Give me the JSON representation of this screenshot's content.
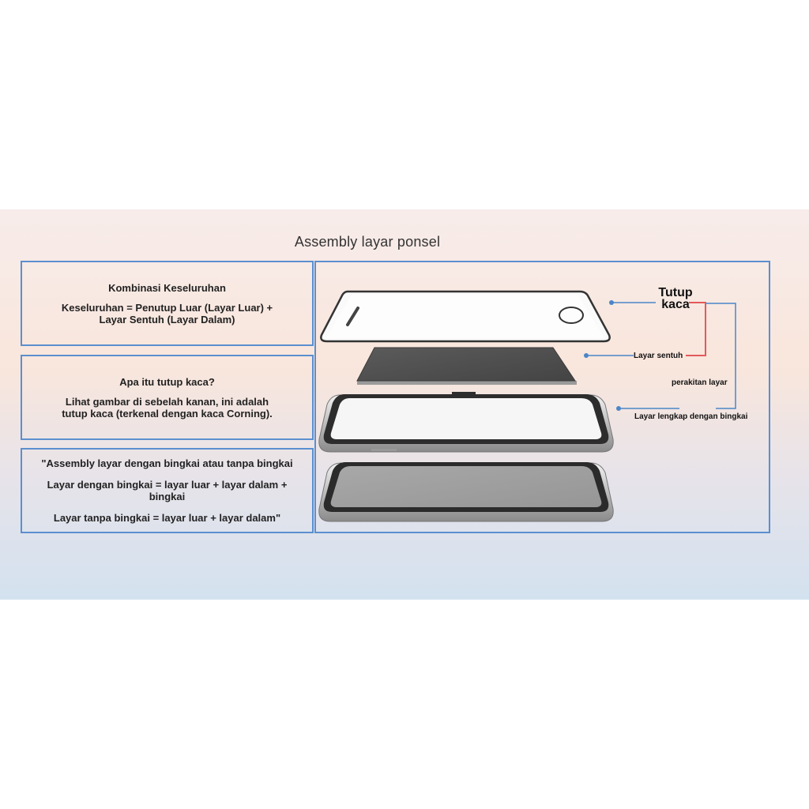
{
  "title": "Assembly layar ponsel",
  "box_overall": {
    "heading": "Kombinasi Keseluruhan",
    "line1": "Keseluruhan = Penutup Luar (Layar Luar) +",
    "line2": "Layar Sentuh (Layar Dalam)"
  },
  "box_glass": {
    "heading": "Apa itu tutup kaca?",
    "line1": "Lihat gambar di sebelah kanan, ini adalah",
    "line2": "tutup kaca (terkenal dengan kaca Corning)."
  },
  "box_assembly": {
    "line1": "\"Assembly layar dengan bingkai atau tanpa bingkai",
    "line2a": "Layar dengan bingkai = layar luar + layar dalam +",
    "line2b": "bingkai",
    "line3": "Layar tanpa bingkai = layar luar + layar dalam\""
  },
  "labels": {
    "tutup": "Tutup",
    "kaca": "kaca",
    "layar_sentuh": "Layar sentuh",
    "perakitan_layar": "perakitan layar",
    "layar_lengkap": "Layar lengkap dengan bingkai"
  },
  "colors": {
    "border": "#5b8fcf",
    "connector_blue": "#4a86c8",
    "connector_red": "#e35a5a"
  }
}
